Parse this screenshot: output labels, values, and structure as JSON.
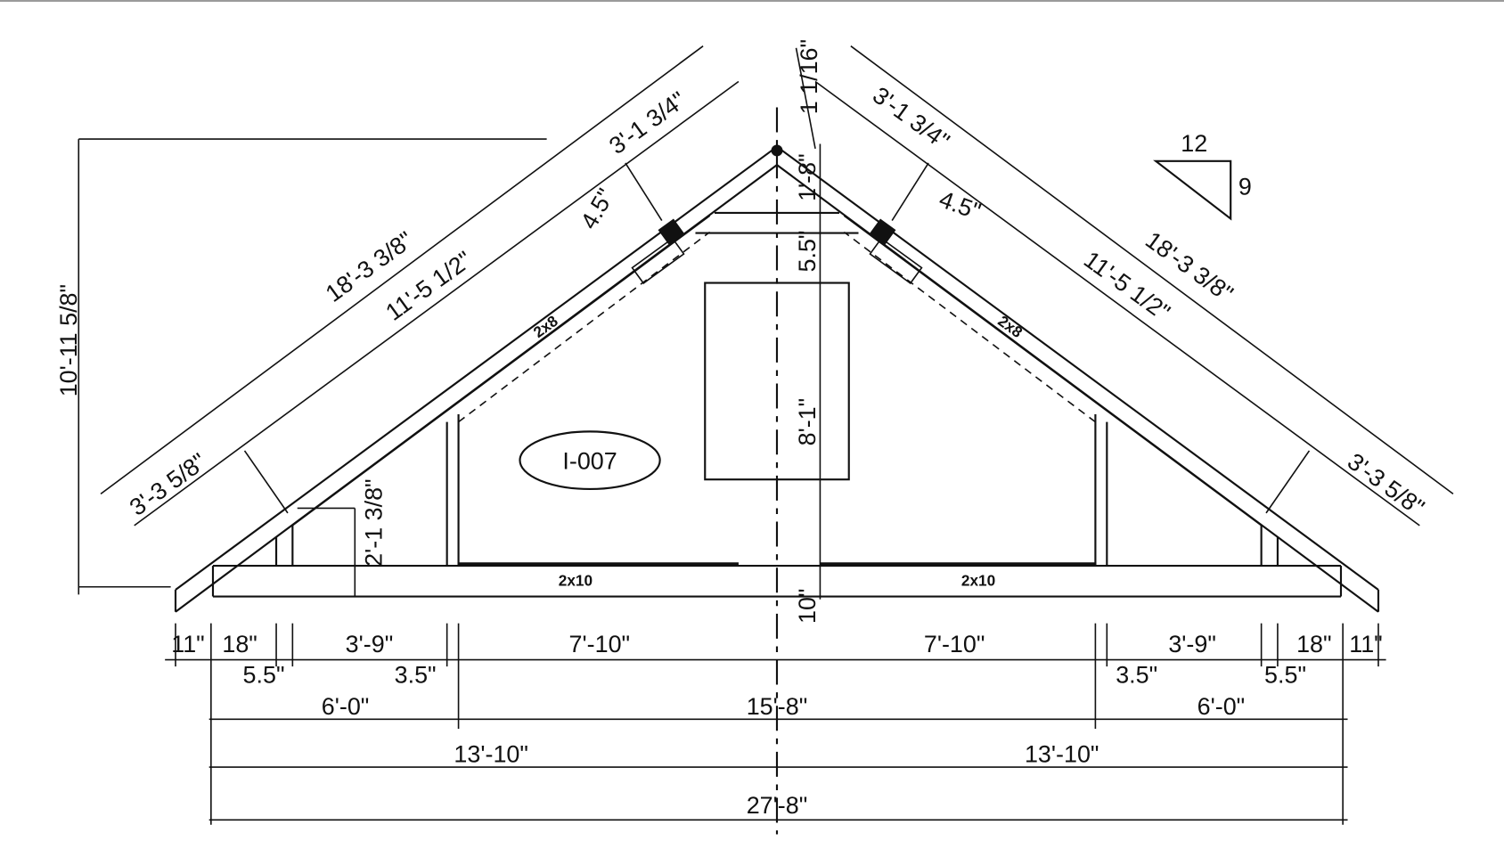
{
  "drawing": {
    "tag": "I-007",
    "members": {
      "rafter_left": "2x8",
      "rafter_right": "2x8",
      "chord_left": "2x10",
      "chord_right": "2x10"
    },
    "pitch": {
      "run": "12",
      "rise": "9"
    },
    "left_slope": {
      "outer": "18'-3 3/8\"",
      "inner": "11'-5 1/2\"",
      "top": "3'-1 3/4\"",
      "offset": "4.5\"",
      "eave": "3'-3 5/8\"",
      "knee": "2'-1 3/8\""
    },
    "right_slope": {
      "outer": "18'-3 3/8\"",
      "inner": "11'-5 1/2\"",
      "top": "3'-1 3/4\"",
      "offset": "4.5\"",
      "eave": "3'-3 5/8\""
    },
    "overall_height": "10'-11 5/8\"",
    "center": {
      "peak": "1 1/16\"",
      "upper": "1'-8\"",
      "collar": "5.5\"",
      "room": "8'-1\"",
      "chord": "10\""
    },
    "row1": [
      "11\"",
      "18\"",
      "3'-9\"",
      "7'-10\"",
      "7'-10\"",
      "3'-9\"",
      "18\"",
      "11\""
    ],
    "row1b": [
      "5.5\"",
      "3.5\"",
      "3.5\"",
      "5.5\""
    ],
    "row2": [
      "6'-0\"",
      "15'-8\"",
      "6'-0\""
    ],
    "row3": [
      "13'-10\"",
      "13'-10\""
    ],
    "row4": [
      "27'-8\""
    ]
  }
}
